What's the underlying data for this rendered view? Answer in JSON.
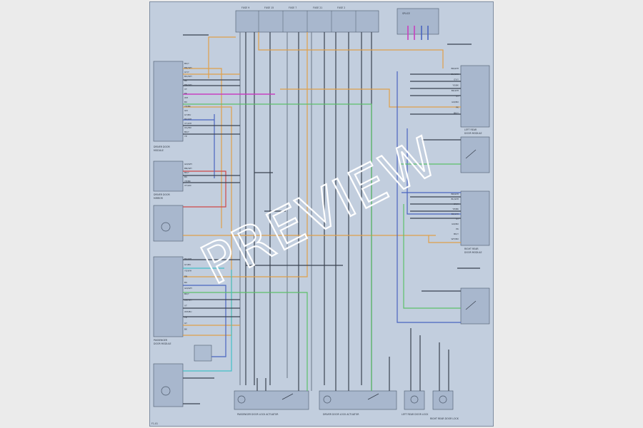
{
  "watermark": "PREVIEW",
  "colors": {
    "sheet": "#c2cede",
    "component": "#a8b7cd",
    "wire_black": "#3a4250",
    "wire_orange": "#e0a04a",
    "wire_blue": "#4a65c0",
    "wire_green": "#5cc06a",
    "wire_magenta": "#c840c0",
    "wire_red": "#d04848",
    "wire_cyan": "#42c0c8",
    "wire_gray": "#7a8696",
    "watermark": "#ffffff"
  },
  "fuses": [
    "FUSE 9",
    "FUSE 15",
    "FUSE 7",
    "FUSE 21",
    "FUSE 2"
  ],
  "connector_panels": {
    "driver_switch": {
      "caption_1": "DRIVER DOOR",
      "caption_2": "MODULE",
      "pins": [
        "BK/Y",
        "BN/WH",
        "GY/Y",
        "BU/WH",
        "BK",
        "BN/WH",
        "VT",
        "PK",
        "WH",
        "BU",
        "YE/BK",
        "GN",
        "GY/BU",
        "BK/WH",
        "VT/WH",
        "OG/BU",
        "BK/Y",
        "YE"
      ]
    },
    "driver_mirror": {
      "caption_1": "DRIVER DOOR",
      "caption_2": "MIRROR",
      "pins": [
        "GN/WH",
        "BN/WH",
        "BK/Y",
        "BU",
        "YE/BK",
        "VT/GN"
      ]
    },
    "passenger_switch": {
      "caption_1": "PASSENGER",
      "caption_2": "DOOR MODULE",
      "pins": [
        "BK/WH",
        "GY/BU",
        "YE/WH",
        "BN",
        "BU",
        "GN/WH",
        "BK/Y",
        "BN/WH",
        "VT",
        "WH/BU",
        "YE",
        "GY",
        "BK"
      ]
    },
    "left_rear": {
      "caption_1": "LEFT REAR",
      "caption_2": "DOOR MODULE",
      "pins": [
        "BN/WH",
        "BU/WH",
        "GY/Y",
        "YE/BK",
        "BK/WH",
        "VT",
        "GN/BU",
        "PK",
        "BK/Y"
      ]
    },
    "right_rear": {
      "caption_1": "RIGHT REAR",
      "caption_2": "DOOR MODULE",
      "pins": [
        "BN/WH",
        "BU/WH",
        "GY/Y",
        "YE/BK",
        "BK/WH",
        "VT",
        "GN/BU",
        "PK",
        "BK/Y",
        "WH/BU"
      ]
    }
  },
  "splice": "SPLICE",
  "bottom_captions": [
    "PASSENGER DOOR LOCK ACTUATOR",
    "DRIVER DOOR LOCK ACTUATOR",
    "LEFT REAR DOOR LOCK",
    "RIGHT REAR DOOR LOCK"
  ],
  "page_number": "F1-01"
}
